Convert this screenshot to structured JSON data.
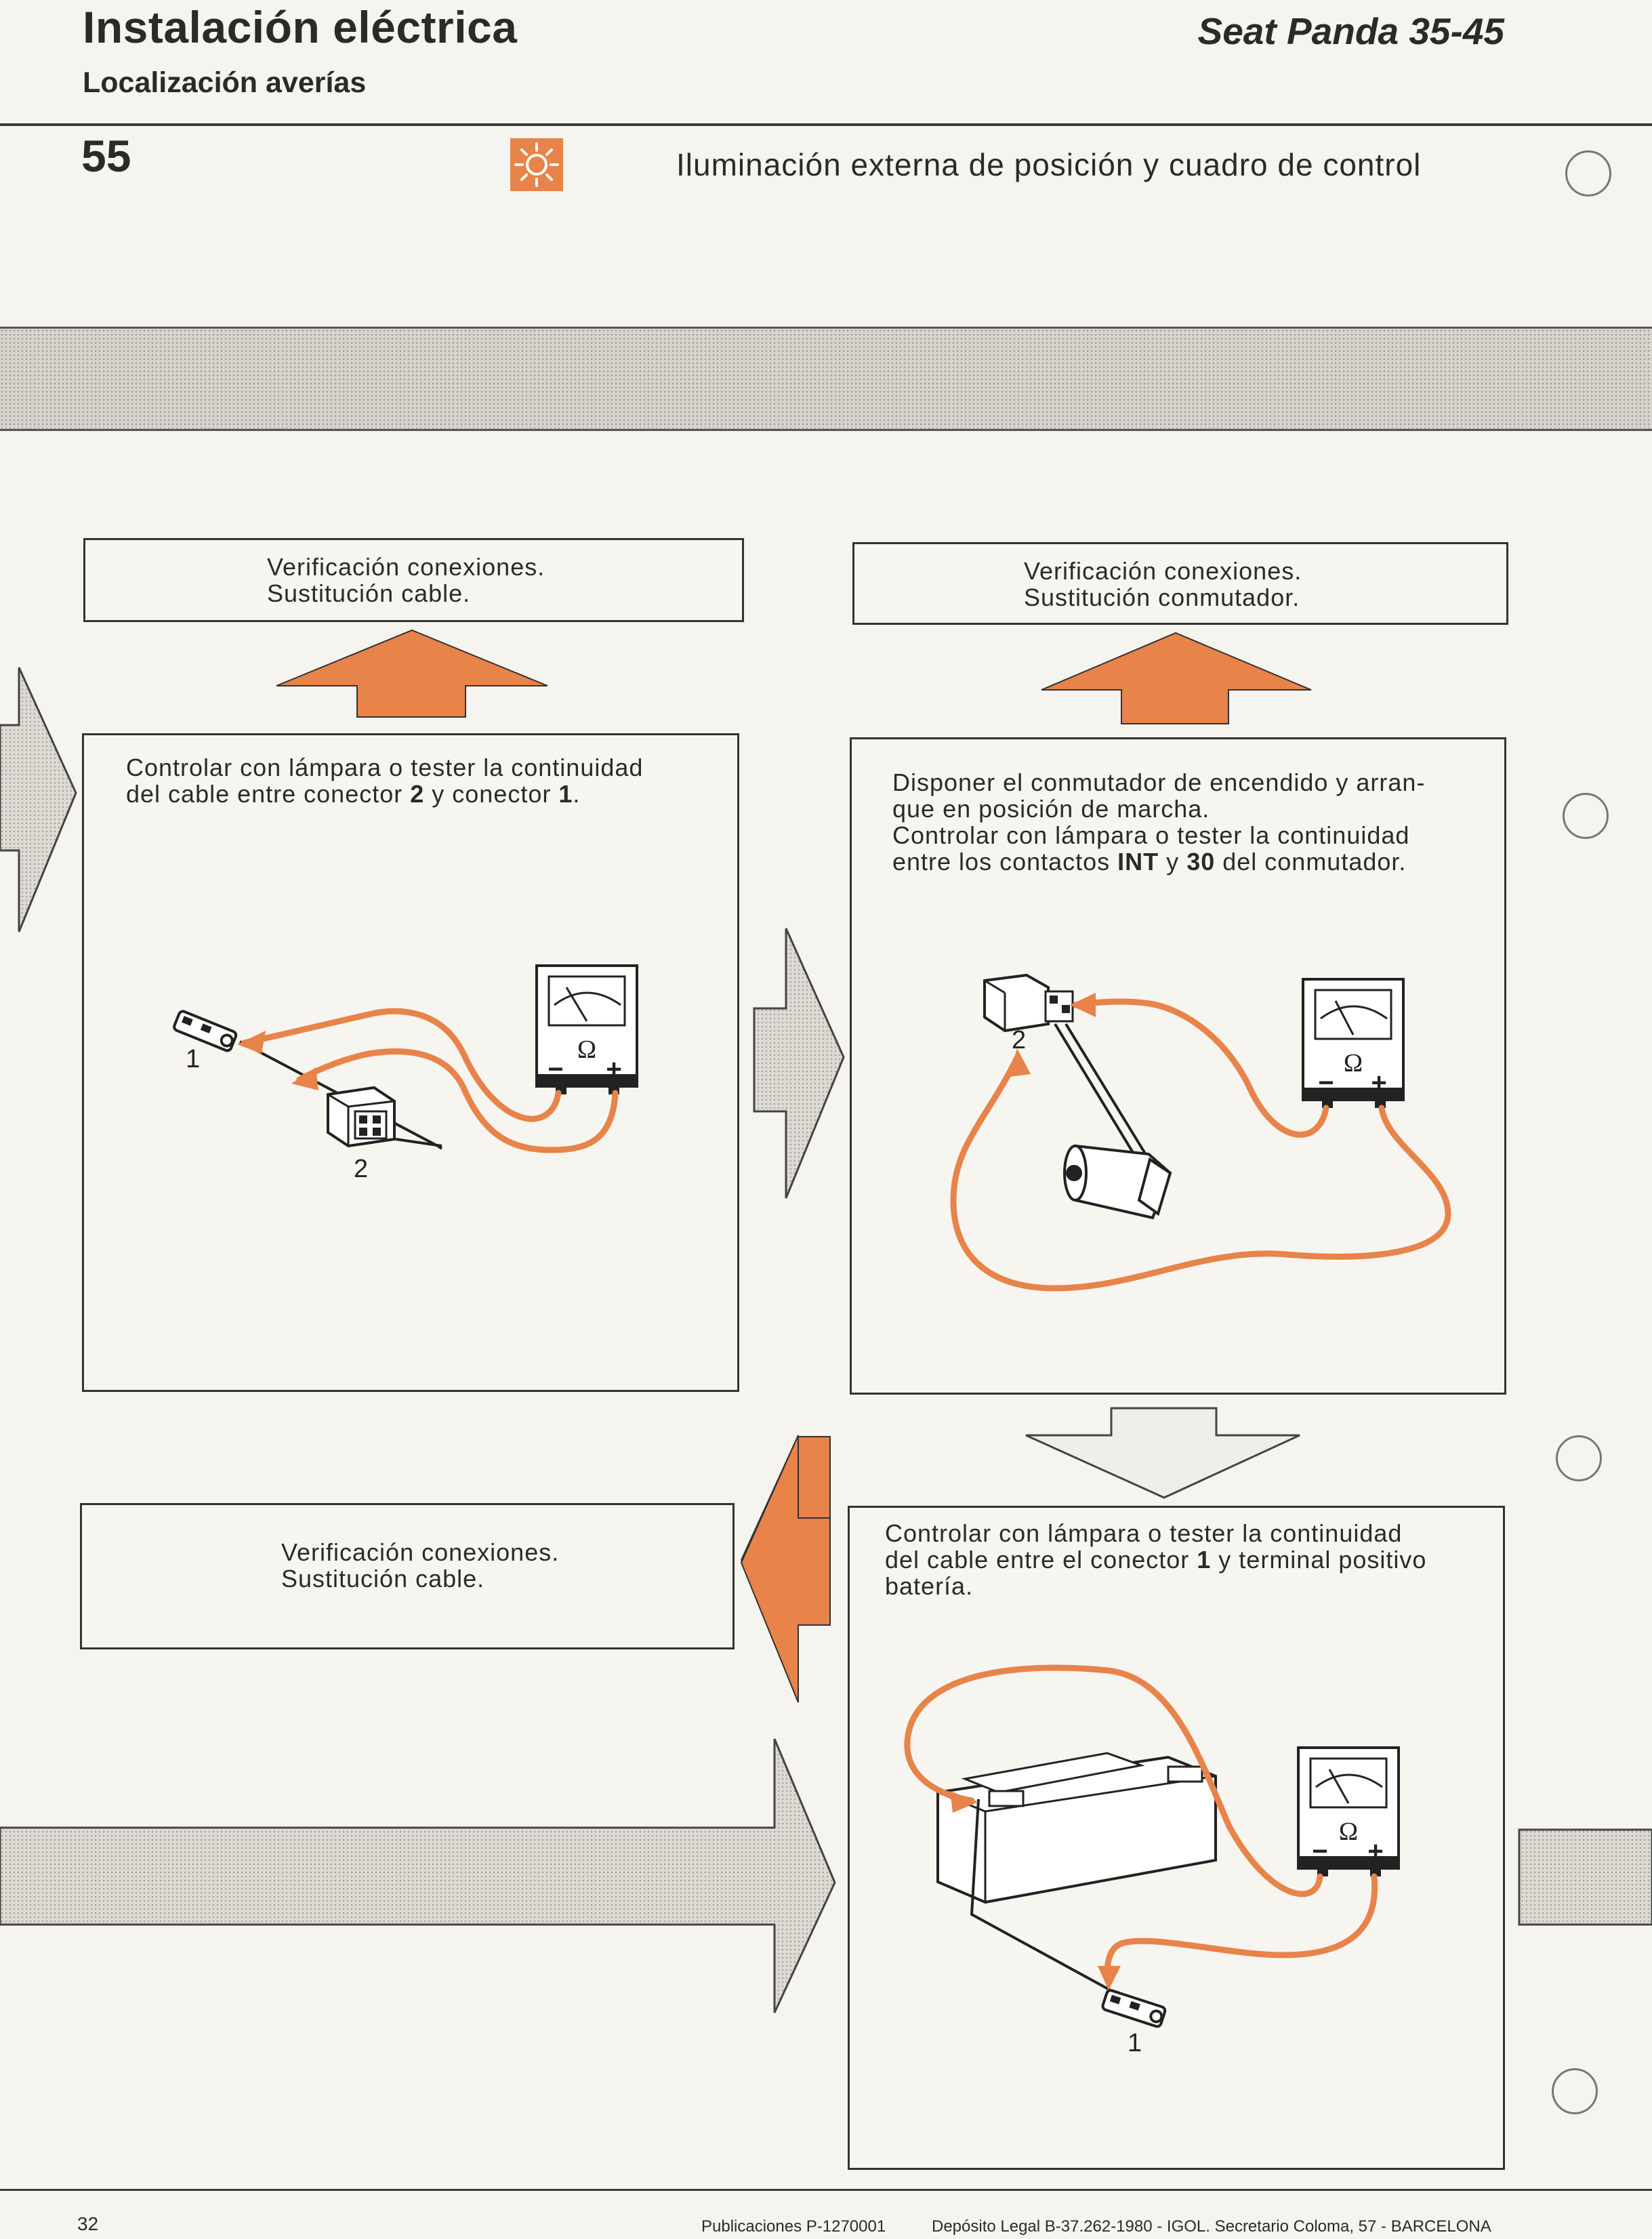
{
  "header": {
    "title": "Instalación eléctrica",
    "subtitle": "Localización averías",
    "model": "Seat Panda 35-45",
    "page_code": "55",
    "section_icon": "sun-lamp-icon",
    "section_title": "Iluminación externa de posición y cuadro de control"
  },
  "colors": {
    "accent": "#e8834a",
    "ink": "#2a2a2a",
    "band": "#d9d6d0"
  },
  "results": {
    "top_left": {
      "line1": "Verificación conexiones.",
      "line2": "Sustitución cable."
    },
    "top_right": {
      "line1": "Verificación conexiones.",
      "line2": "Sustitución conmutador."
    },
    "bottom_left": {
      "line1": "Verificación conexiones.",
      "line2": "Sustitución cable."
    }
  },
  "steps": {
    "left": {
      "l1_pre": "Controlar con lámpara o tester la continuidad",
      "l2_pre": "del cable entre conector ",
      "l2_b1": "2",
      "l2_mid": " y conector ",
      "l2_b2": "1",
      "l2_post": "."
    },
    "right": {
      "l1": "Disponer el conmutador de encendido y arran-",
      "l2": "que en posición de marcha.",
      "l3": "Controlar con lámpara o tester la continuidad",
      "l4_pre": "entre los contactos ",
      "l4_b1": "INT",
      "l4_mid": " y ",
      "l4_b2": "30",
      "l4_post": " del conmutador."
    },
    "bottom": {
      "l1": "Controlar con lámpara o tester la continuidad",
      "l2_pre": "del cable entre el conector ",
      "l2_b1": "1",
      "l2_post": " y terminal positivo",
      "l3": "batería."
    }
  },
  "figure_labels": {
    "connector_1": "1",
    "connector_2": "2",
    "ohm": "Ω",
    "minus": "−",
    "plus": "+"
  },
  "footer": {
    "page_number": "32",
    "publication": "Publicaciones P-1270001",
    "legal": "Depósito Legal B-37.262-1980 - IGOL. Secretario Coloma, 57 - BARCELONA"
  }
}
